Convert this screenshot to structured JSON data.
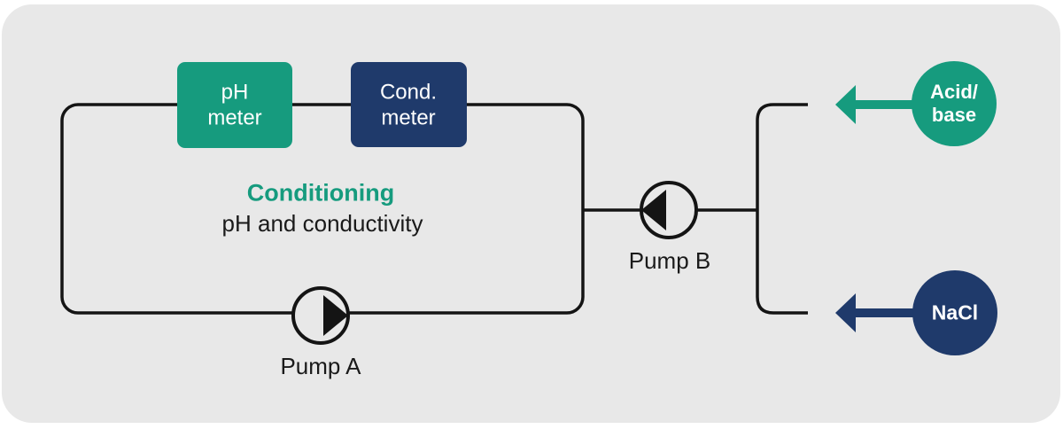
{
  "colors": {
    "teal": "#169b7e",
    "navy": "#1f3a6b",
    "line": "#141414",
    "panel_bg": "#e8e8e8",
    "page_bg": "#ffffff",
    "text_light": "#ffffff",
    "text_dark": "#1a1a1a"
  },
  "loop": {
    "ph_meter_label": "pH\nmeter",
    "cond_meter_label": "Cond.\nmeter",
    "title": "Conditioning",
    "subtitle": "pH and conductivity",
    "pump_a_label": "Pump A"
  },
  "feed": {
    "pump_b_label": "Pump B",
    "acid_base_label": "Acid/\nbase",
    "nacl_label": "NaCl"
  }
}
